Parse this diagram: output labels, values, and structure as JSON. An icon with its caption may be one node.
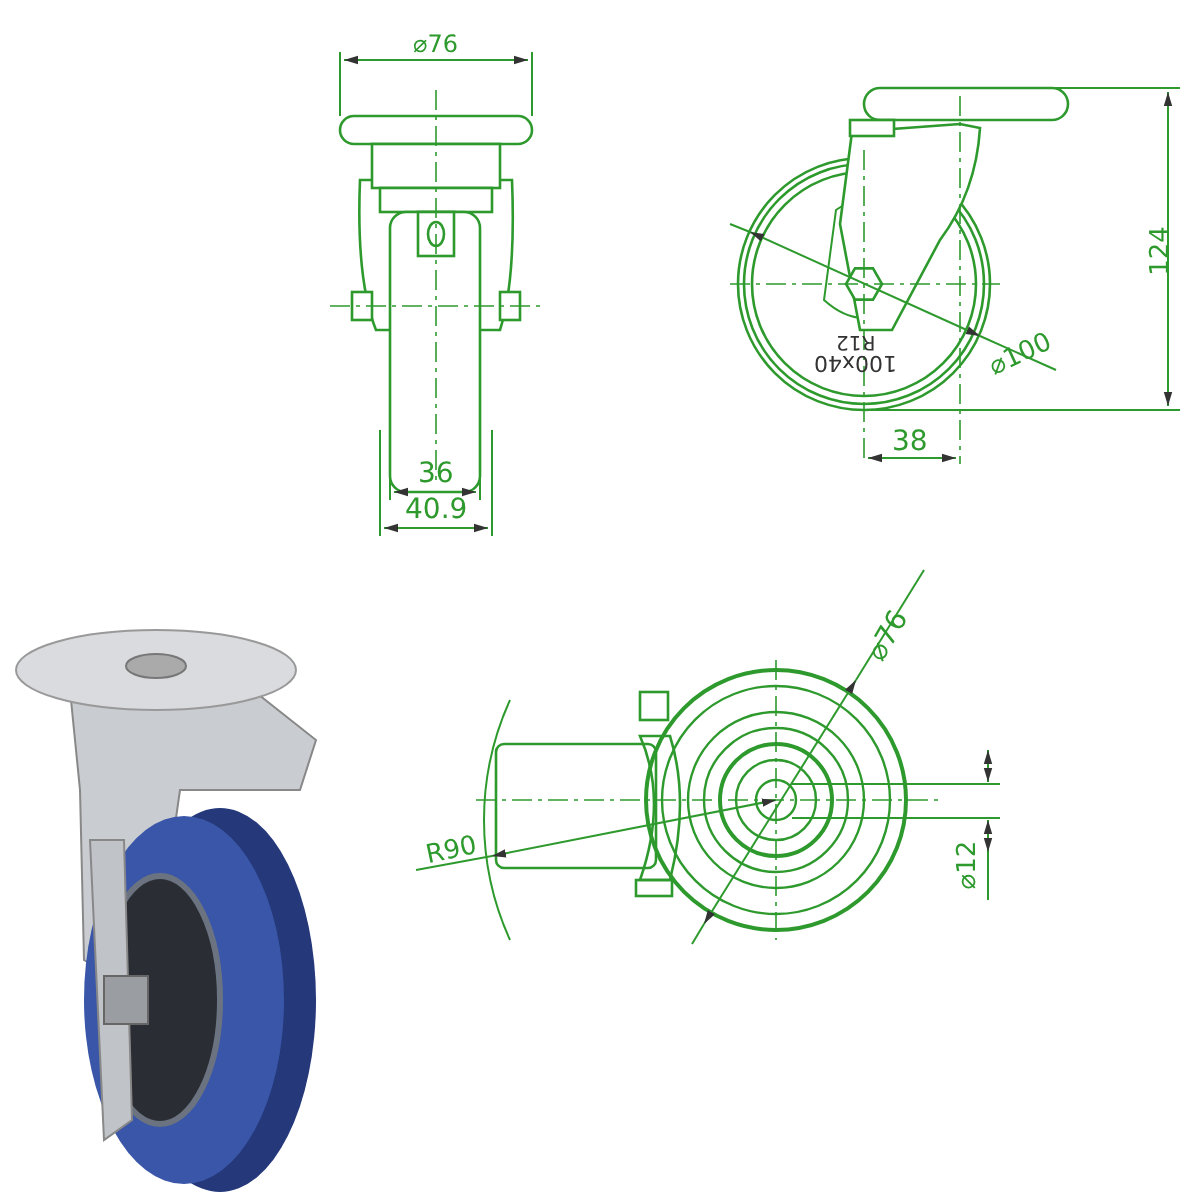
{
  "diagram": {
    "labels": [
      "⌀76",
      "124",
      "R12",
      "100x40",
      "⌀100",
      "38",
      "36",
      "40.9",
      "⌀76",
      "R90",
      "⌀12"
    ]
  }
}
